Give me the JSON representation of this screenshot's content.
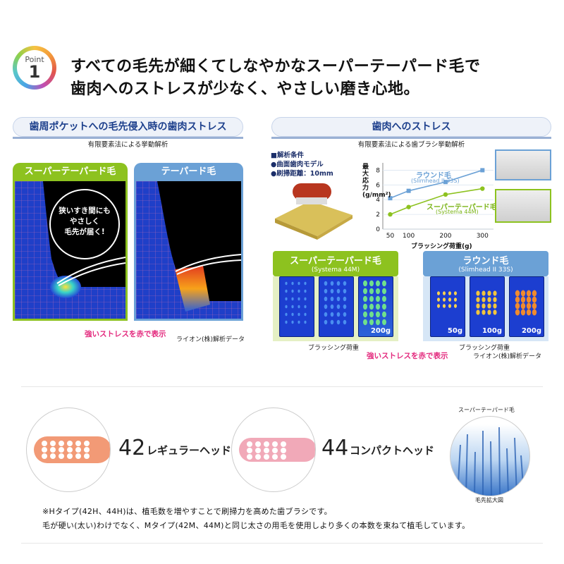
{
  "point": {
    "label": "Point",
    "number": "1"
  },
  "headline": {
    "line1": "すべての毛先が細くてしなやかなスーパーテーパード毛で",
    "line2": "歯肉へのストレスが少なく、やさしい磨き心地。"
  },
  "left_section": {
    "title": "歯周ポケットへの毛先侵入時の歯肉ストレス",
    "subtitle": "有限要素法による挙動解析",
    "panel_a": {
      "label": "スーパーテーパード毛",
      "color": "#8dc21f",
      "bubble": [
        "狭いすき間にも",
        "やさしく",
        "毛先が届く!"
      ]
    },
    "panel_b": {
      "label": "テーパード毛",
      "color": "#6ba1d6"
    },
    "note": "強いストレスを赤で表示",
    "credit": "ライオン(株)解析データ"
  },
  "right_section": {
    "title": "歯肉へのストレス",
    "subtitle": "有限要素法による歯ブラシ挙動解析",
    "conditions": {
      "header": "■解析条件",
      "model": "●曲面歯肉モデル",
      "distance": "●刷掃距離：10mm"
    },
    "graph_ylabel": "最大応力(g/mm²)",
    "graph_xlabel": "ブラッシング荷重(g)",
    "series_a_label": "ラウンド毛",
    "series_a_sub": "(Slimhead II 33S)",
    "series_b_label": "スーパーテーパード毛",
    "series_b_sub": "(Systema 44M)",
    "compare_a": {
      "label": "スーパーテーパード毛",
      "sub": "(Systema 44M)",
      "color": "#8dc21f",
      "loads": [
        "",
        "",
        "200g"
      ]
    },
    "compare_b": {
      "label": "ラウンド毛",
      "sub": "(Slimhead II 33S)",
      "color": "#6ba1d6",
      "loads": [
        "50g",
        "100g",
        "200g"
      ]
    },
    "load_label_a": "ブラッシング荷重",
    "load_label_b": "ブラッシング荷重",
    "note": "強いストレスを赤で表示",
    "credit": "ライオン(株)解析データ"
  },
  "chart_data": {
    "type": "line",
    "x": [
      50,
      100,
      200,
      300
    ],
    "xticks": [
      "50",
      "100",
      "200",
      "300"
    ],
    "yticks": [
      "0",
      "2",
      "4",
      "6",
      "8"
    ],
    "ylim": [
      0,
      9
    ],
    "xlim": [
      30,
      330
    ],
    "xlabel": "ブラッシング荷重(g)",
    "ylabel": "最大応力(g/mm²)",
    "series": [
      {
        "name": "ラウンド毛",
        "color": "#6ba1d6",
        "values": [
          4.2,
          5.2,
          6.4,
          8.0
        ]
      },
      {
        "name": "スーパーテーパード毛",
        "color": "#8dc21f",
        "values": [
          2.0,
          3.0,
          4.7,
          5.5
        ]
      }
    ]
  },
  "bottom": {
    "model_a": {
      "number": "42",
      "name": "レギュラーヘッド",
      "color": "#f29a76"
    },
    "model_b": {
      "number": "44",
      "name": "コンパクトヘッド",
      "color": "#f1a9b8"
    },
    "closeup_title": "スーパーテーパード毛",
    "closeup_caption": "毛先拡大図",
    "note1": "※Hタイプ(42H、44H)は、植毛数を増やすことで刷掃力を高めた歯ブラシです。",
    "note2": "毛が硬い(太い)わけでなく、Mタイプ(42M、44M)と同じ太さの用毛を使用しより多くの本数を束ねて植毛しています。"
  }
}
